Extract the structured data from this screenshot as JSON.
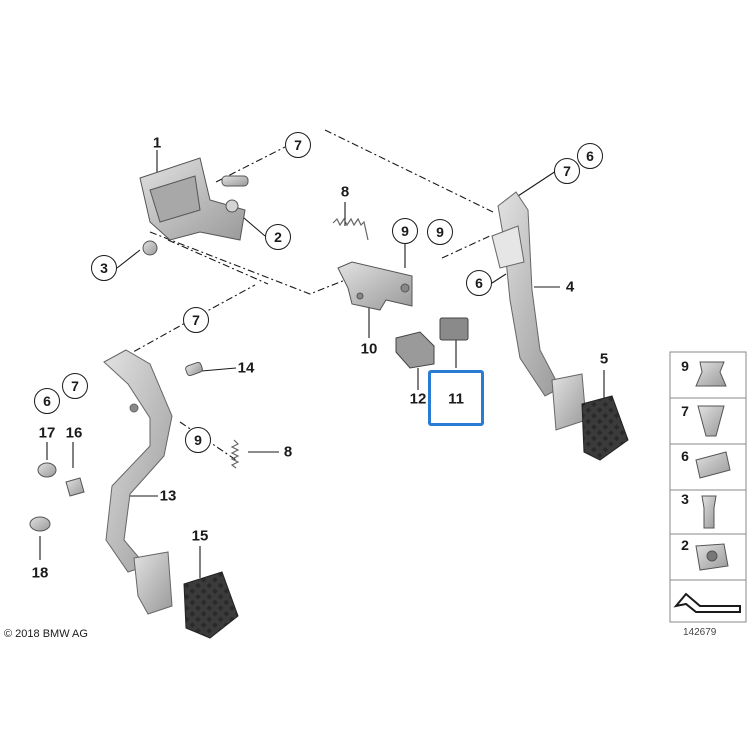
{
  "callouts": {
    "c1": "1",
    "c2": "2",
    "c3": "3",
    "c4": "4",
    "c5": "5",
    "c6a": "6",
    "c6b": "6",
    "c6c": "6",
    "c7a": "7",
    "c7b": "7",
    "c7c": "7",
    "c7d": "7",
    "c8a": "8",
    "c8b": "8",
    "c9a": "9",
    "c9b": "9",
    "c9c": "9",
    "c10": "10",
    "c11": "11",
    "c12": "12",
    "c13": "13",
    "c14": "14",
    "c15": "15",
    "c16": "16",
    "c17": "17",
    "c18": "18"
  },
  "legend": {
    "l9": "9",
    "l7": "7",
    "l6": "6",
    "l3": "3",
    "l2": "2"
  },
  "footer": {
    "copyright": "© 2018 BMW AG",
    "diagram_id": "142679"
  },
  "colors": {
    "highlight": "#2a7bd4",
    "part_fill": "#c9c9c9",
    "pad_fill": "#3a3a3a",
    "line": "#1a1a1a"
  }
}
